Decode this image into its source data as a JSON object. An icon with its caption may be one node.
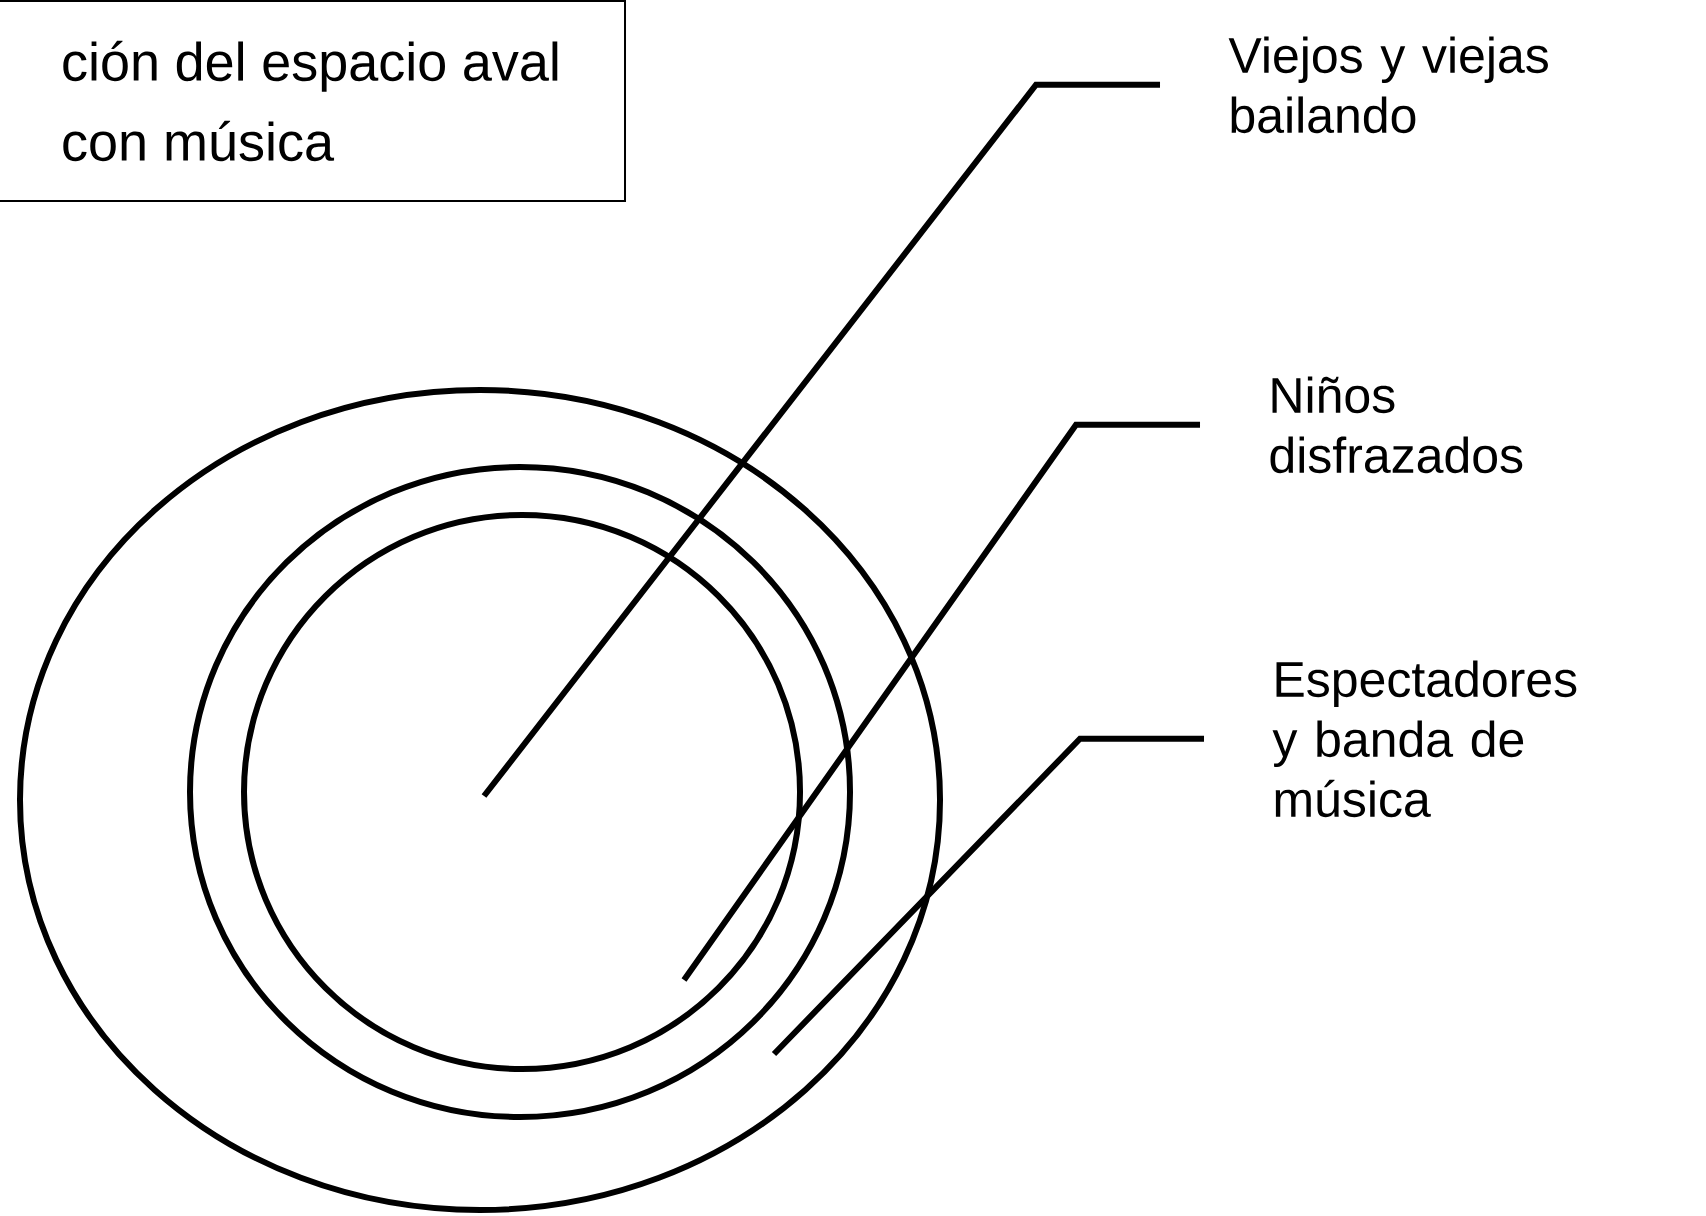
{
  "diagram": {
    "nodes": [
      {
        "text": [
          "ción del espacio aval con música"
        ]
      },
      {
        "text": [],
        "shape": "circle"
      },
      {
        "text": [],
        "shape": "circle",
        "in": 1
      },
      {
        "text": [],
        "shape": "circle",
        "in": 2
      },
      {
        "text": [
          "Viejos y viejas bailando"
        ]
      },
      {
        "text": [
          "Niños disfrazados"
        ]
      },
      {
        "text": [
          "Espectadores y banda de música"
        ]
      }
    ],
    "edges": [
      {
        "from": 4,
        "to": 3,
        "arrow": "none"
      },
      {
        "from": 5,
        "to": 2,
        "arrow": "none"
      },
      {
        "from": 6,
        "to": 1,
        "arrow": "none"
      }
    ]
  }
}
